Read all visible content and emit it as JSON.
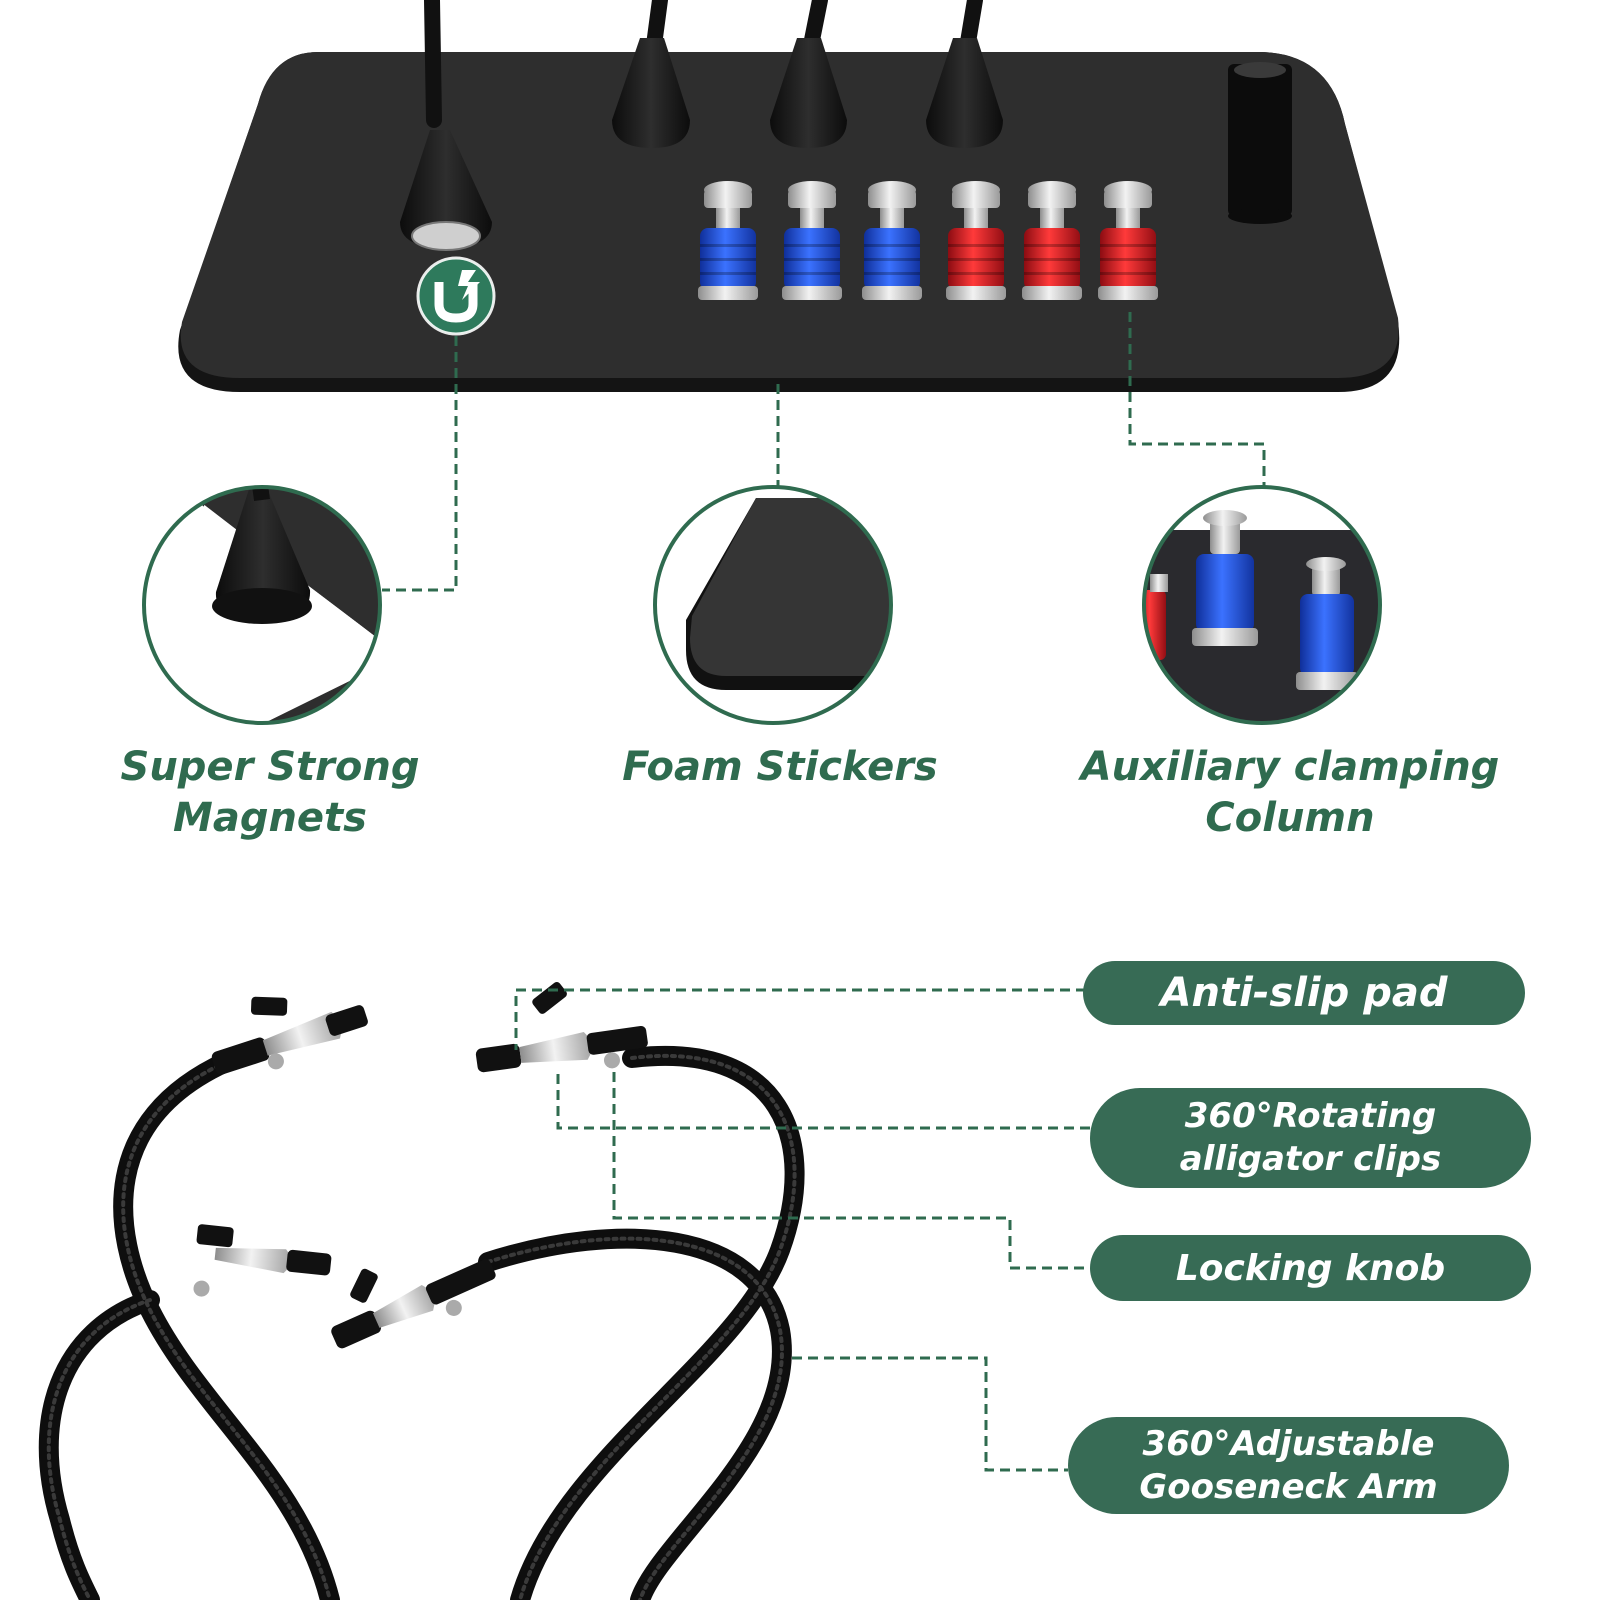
{
  "features": {
    "magnets": {
      "line1": "Super Strong",
      "line2": "Magnets"
    },
    "foam": {
      "line1": "Foam Stickers"
    },
    "column": {
      "line1": "Auxiliary clamping",
      "line2": "Column"
    }
  },
  "callouts": {
    "anti_slip": {
      "line1": "Anti-slip pad"
    },
    "rotating": {
      "line1": "360°Rotating",
      "line2": "alligator clips"
    },
    "locking": {
      "line1": "Locking knob"
    },
    "gooseneck": {
      "line1": "360°Adjustable",
      "line2": "Gooseneck Arm"
    }
  },
  "colors": {
    "brand_green": "#376b55",
    "label_green": "#2f6b4f",
    "base_black": "#2e2e2e",
    "post_blue": "#1f4fd0",
    "post_red": "#d01c26"
  },
  "icons": {
    "magnet_badge": "magnet-icon"
  }
}
